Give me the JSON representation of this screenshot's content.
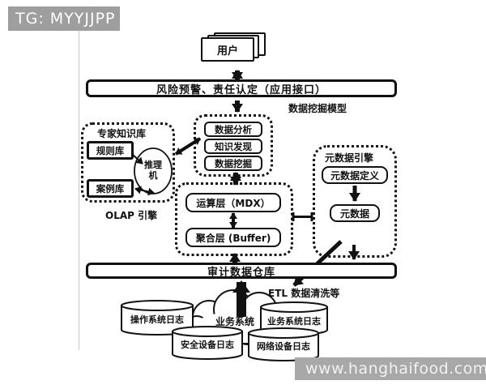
{
  "watermarks": {
    "top_badge": "TG: MYYJJPP",
    "bottom_banner": "www.hanghaifood.com"
  },
  "diagram": {
    "users_label": "用户",
    "app_interface_bar": "风险预警、责任认定（应用接口）",
    "mining_model": {
      "label": "数据挖掘模型",
      "item1": "数据分析",
      "item2": "知识发现",
      "item3": "数据挖掘"
    },
    "expert_kb": {
      "title": "专家知识库",
      "rule_base": "规则库",
      "case_base": "案例库",
      "inference_engine": "推理机"
    },
    "olap": {
      "label": "OLAP 引擎",
      "compute_layer": "运算层（MDX）",
      "aggregation_layer": "聚合层 (Buffer)"
    },
    "metadata_engine": {
      "title": "元数据引擎",
      "definition": "元数据定义",
      "metadata": "元数据"
    },
    "warehouse_bar": "审计数据仓库",
    "etl_label": "ETL 数据清洗等",
    "sources": {
      "business_system": "业务系统",
      "os_logs": "操作系统日志",
      "business_logs": "业务系统日志",
      "security_logs": "安全设备日志",
      "network_logs": "网络设备日志"
    }
  },
  "icons": {
    "users": "stacked-pages",
    "inference": "ellipse",
    "data_source": "database-cylinder",
    "business_system": "cloud"
  },
  "colors": {
    "ink": "#111111",
    "paper": "#ffffff",
    "badge_bg": "#9e9e9e",
    "banner_bg": "#a8a8a8",
    "banner_text": "#f2f2f2",
    "guide_line": "#c6c6c6"
  }
}
